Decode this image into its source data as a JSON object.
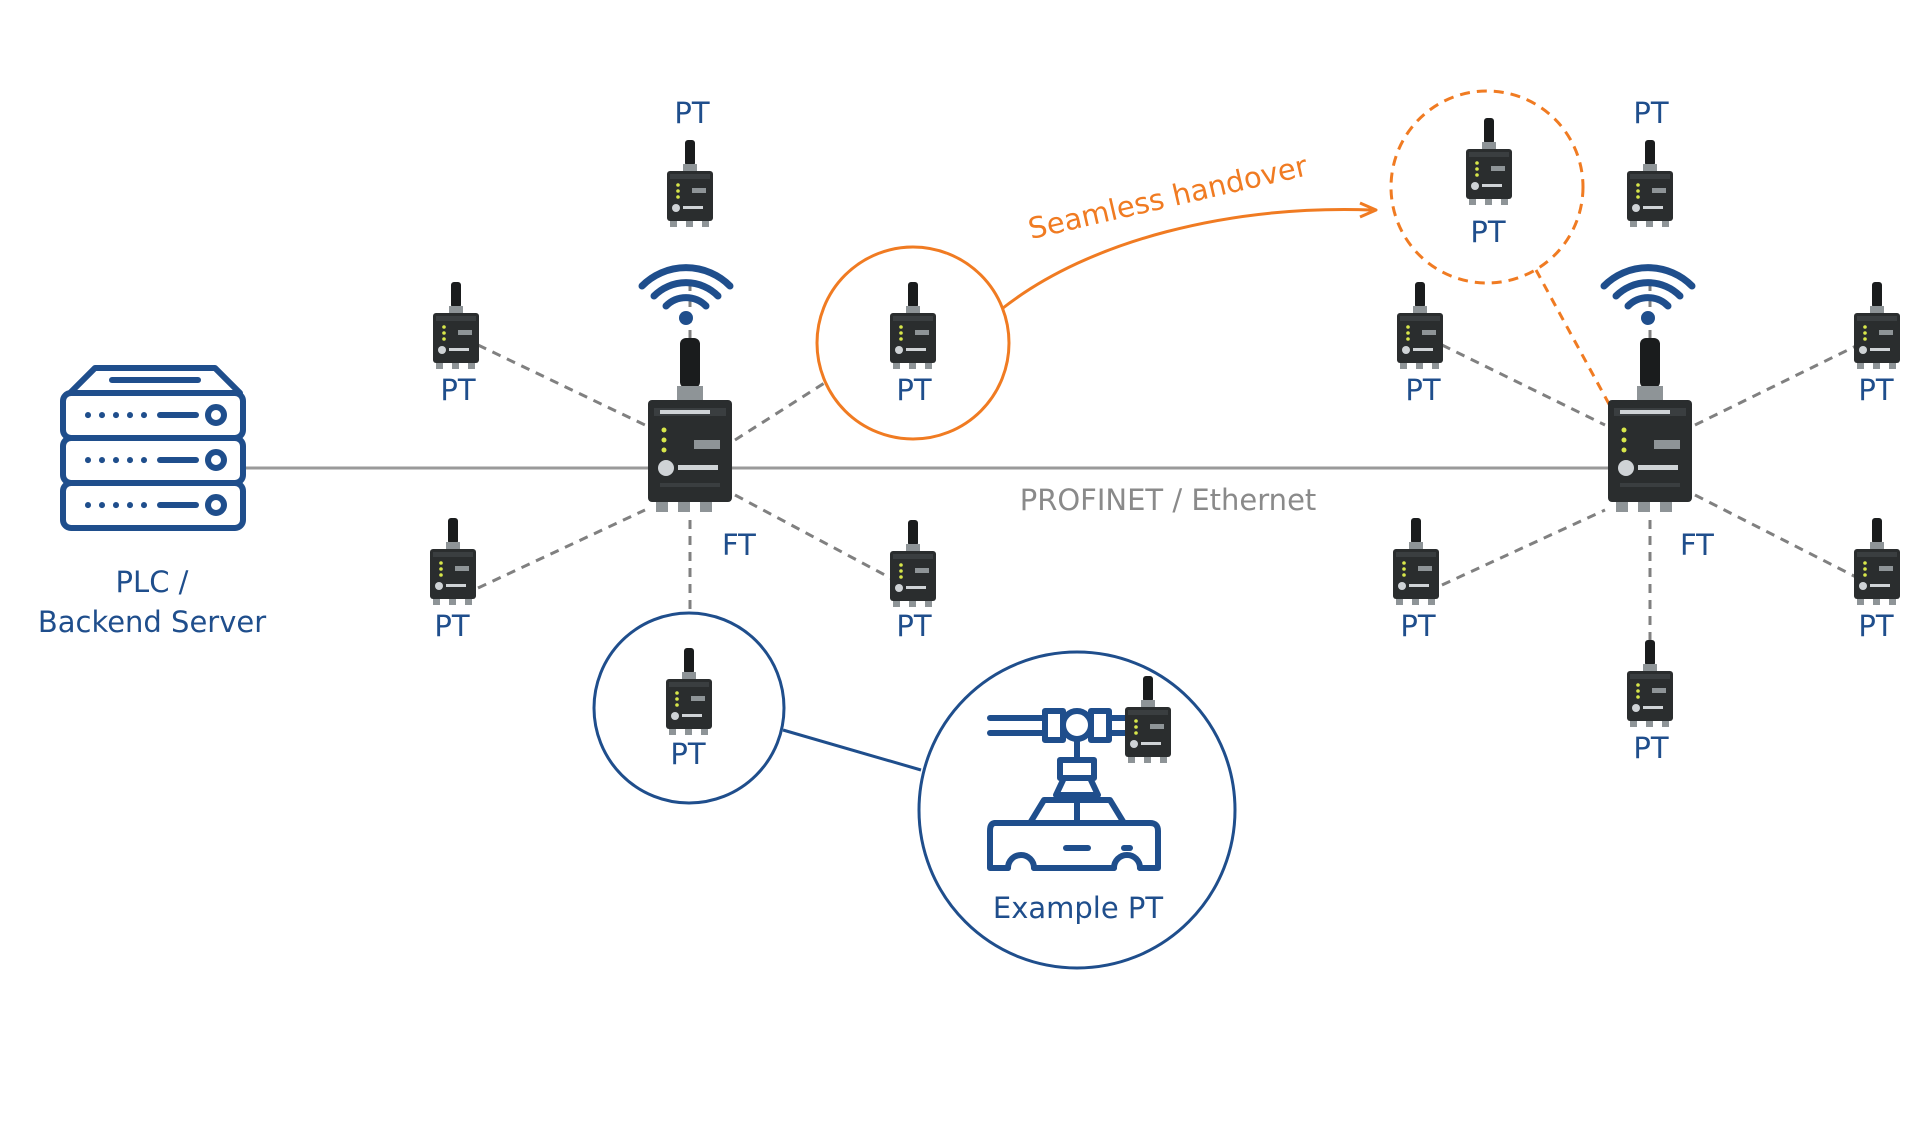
{
  "labels": {
    "server": [
      "PLC /",
      "Backend Server"
    ],
    "pt": "PT",
    "ft": "FT",
    "network": "PROFINET / Ethernet",
    "handover": "Seamless handover",
    "example": "Example PT"
  },
  "colors": {
    "blue": "#1f4e8c",
    "orange": "#f07b22",
    "gray_line": "#9a9a9a",
    "dashed": "#808080",
    "device": "#2a2d2e"
  },
  "icons": {
    "server": "server-rack-icon",
    "wifi": "wifi-signal-icon",
    "car": "car-on-overhead-conveyor-icon"
  }
}
